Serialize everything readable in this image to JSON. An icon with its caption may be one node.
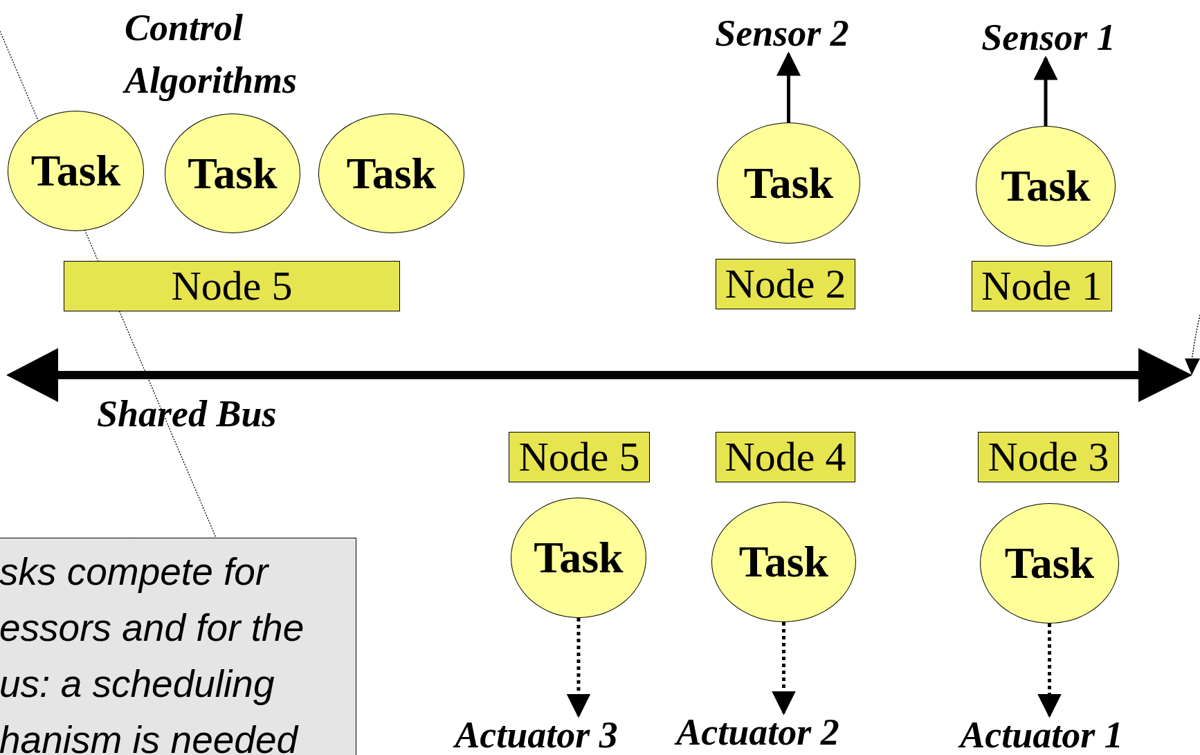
{
  "diagram": {
    "nodes": [
      {
        "text": [
          "Sensor 2"
        ]
      },
      {
        "text": [
          "Sensor 1"
        ]
      },
      {
        "text": [
          "Task"
        ]
      },
      {
        "text": [
          "Task"
        ]
      },
      {
        "text": [
          "Task"
        ]
      },
      {
        "text": [
          "Task"
        ]
      },
      {
        "text": [
          "Task"
        ]
      },
      {
        "text": [
          "Node 5"
        ]
      },
      {
        "text": [
          "Node 2"
        ]
      },
      {
        "text": [
          "Node 1"
        ]
      },
      {
        "text": [
          "Node 5"
        ]
      },
      {
        "text": [
          "Node 4"
        ]
      },
      {
        "text": [
          "Node 3"
        ]
      },
      {
        "text": [
          "Task"
        ]
      },
      {
        "text": [
          "Task"
        ]
      },
      {
        "text": [
          "Task"
        ]
      },
      {
        "text": [
          "sks compete for essors and for the us: a scheduling hanism is needed"
        ]
      },
      {
        "text": [
          "Actuator 3"
        ]
      },
      {
        "text": [
          "Actuator 2"
        ]
      },
      {
        "text": [
          "Actuator 1"
        ]
      }
    ],
    "edges": [
      {
        "from": 5,
        "to": 0,
        "arrow": "to"
      },
      {
        "from": 6,
        "to": 1,
        "arrow": "to"
      },
      {
        "from": 13,
        "to": 17,
        "arrow": "to",
        "style": "dashed"
      },
      {
        "from": 14,
        "to": 18,
        "arrow": "to",
        "style": "dashed"
      },
      {
        "from": 15,
        "to": 19,
        "arrow": "to",
        "style": "dashed"
      }
    ],
    "labels": [
      "Control Algorithms",
      "Shared Bus"
    ]
  }
}
